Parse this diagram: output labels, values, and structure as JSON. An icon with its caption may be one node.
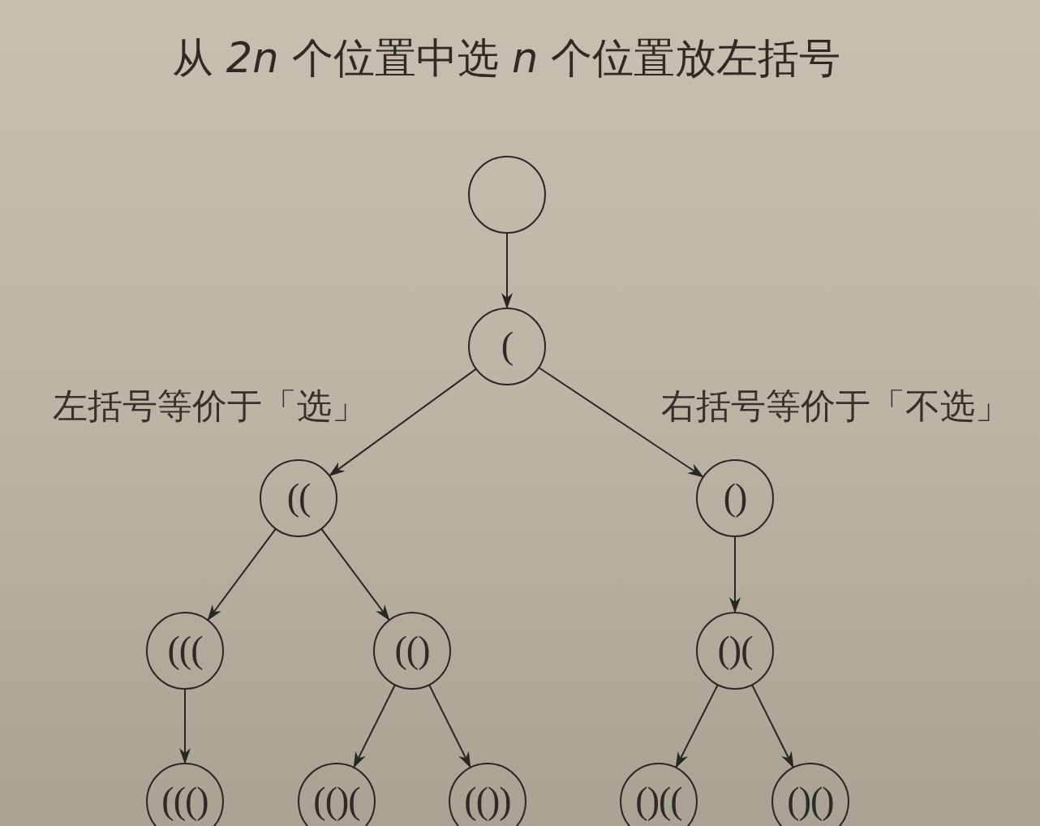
{
  "diagram": {
    "title": "从 *2n* 个位置中选 *n* 个位置放左括号",
    "nodes": [
      {
        "text": [],
        "shape": "circle"
      },
      {
        "text": [
          "("
        ]
      },
      {
        "text": [
          "(("
        ]
      },
      {
        "text": [
          "()"
        ]
      },
      {
        "text": [
          "((("
        ]
      },
      {
        "text": [
          "(()"
        ]
      },
      {
        "text": [
          "()("
        ]
      },
      {
        "text": [
          "((()"
        ]
      },
      {
        "text": [
          "(()("
        ]
      },
      {
        "text": [
          "(())"
        ]
      },
      {
        "text": [
          "()(("
        ]
      },
      {
        "text": [
          "()()"
        ]
      }
    ],
    "edges": [
      {
        "from": 0,
        "to": 1,
        "arrow": "to"
      },
      {
        "from": 1,
        "to": 2,
        "arrow": "to"
      },
      {
        "from": 1,
        "to": 3,
        "arrow": "to"
      },
      {
        "from": 2,
        "to": 4,
        "arrow": "to"
      },
      {
        "from": 2,
        "to": 5,
        "arrow": "to"
      },
      {
        "from": 3,
        "to": 6,
        "arrow": "to"
      },
      {
        "from": 4,
        "to": 7,
        "arrow": "to"
      },
      {
        "from": 5,
        "to": 8,
        "arrow": "to"
      },
      {
        "from": 5,
        "to": 9,
        "arrow": "to"
      },
      {
        "from": 6,
        "to": 10,
        "arrow": "to"
      },
      {
        "from": 6,
        "to": 11,
        "arrow": "to"
      }
    ],
    "labels": [
      "左括号等价于「选」",
      "右括号等价于「不选」"
    ]
  }
}
